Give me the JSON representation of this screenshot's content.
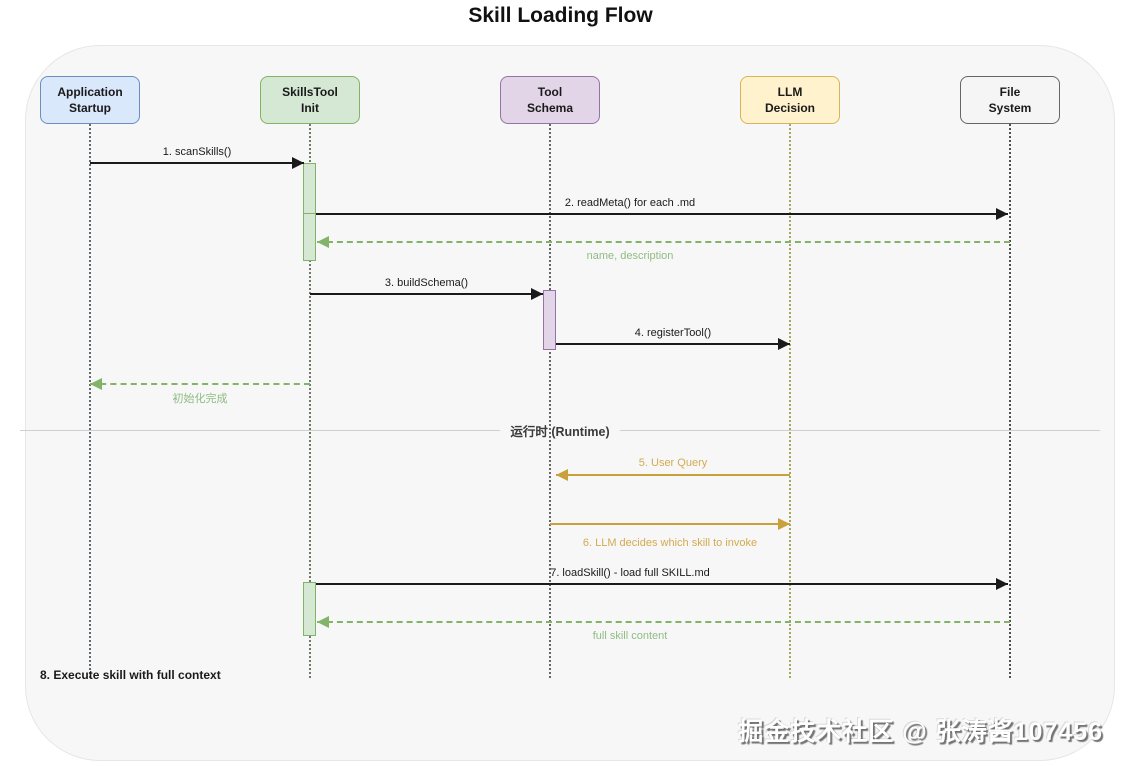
{
  "title": "Skill Loading Flow",
  "watermark": "掘金技术社区 @ 张涛酱107456",
  "colors": {
    "participant_app_fill": "#dae8fc",
    "participant_app_stroke": "#6c8ebf",
    "participant_skills_fill": "#d5e8d4",
    "participant_skills_stroke": "#82b366",
    "participant_tool_fill": "#e1d5e7",
    "participant_tool_stroke": "#9673a6",
    "participant_llm_fill": "#fff2cc",
    "participant_llm_stroke": "#d6b656",
    "participant_file_fill": "#f5f5f5",
    "participant_file_stroke": "#666666",
    "message_solid": "#1a1a1a",
    "message_return_green": "#82b366",
    "message_runtime_gold": "#c9a13b",
    "panel_background": "#f7f7f8"
  },
  "diagram": {
    "participants": [
      {
        "id": "app",
        "label": "Application Startup",
        "line1": "Application",
        "line2": "Startup"
      },
      {
        "id": "skills",
        "label": "SkillsTool Init",
        "line1": "SkillsTool",
        "line2": "Init"
      },
      {
        "id": "tool",
        "label": "Tool Schema",
        "line1": "Tool",
        "line2": "Schema"
      },
      {
        "id": "llm",
        "label": "LLM Decision",
        "line1": "LLM",
        "line2": "Decision"
      },
      {
        "id": "file",
        "label": "File System",
        "line1": "File",
        "line2": "System"
      }
    ],
    "messages": [
      {
        "num": 1,
        "label": "1. scanSkills()",
        "from": "app",
        "to": "skills",
        "kind": "call"
      },
      {
        "num": 2,
        "label": "2. readMeta() for each .md",
        "from": "skills",
        "to": "file",
        "kind": "call"
      },
      {
        "label": "name, description",
        "from": "file",
        "to": "skills",
        "kind": "return"
      },
      {
        "num": 3,
        "label": "3. buildSchema()",
        "from": "skills",
        "to": "tool",
        "kind": "call"
      },
      {
        "num": 4,
        "label": "4. registerTool()",
        "from": "tool",
        "to": "llm",
        "kind": "call"
      },
      {
        "label": "初始化完成",
        "from": "skills",
        "to": "app",
        "kind": "return"
      },
      {
        "num": 5,
        "label": "5. User Query",
        "from": "llm",
        "to": "tool",
        "kind": "runtime"
      },
      {
        "num": 6,
        "label": "6. LLM decides which skill to invoke",
        "from": "tool",
        "to": "llm",
        "kind": "runtime"
      },
      {
        "num": 7,
        "label": "7. loadSkill() - load full SKILL.md",
        "from": "skills",
        "to": "file",
        "kind": "call"
      },
      {
        "label": "full skill content",
        "from": "file",
        "to": "skills",
        "kind": "return"
      }
    ],
    "divider_label": "运行时 (Runtime)",
    "note": "8. Execute skill with full context"
  }
}
